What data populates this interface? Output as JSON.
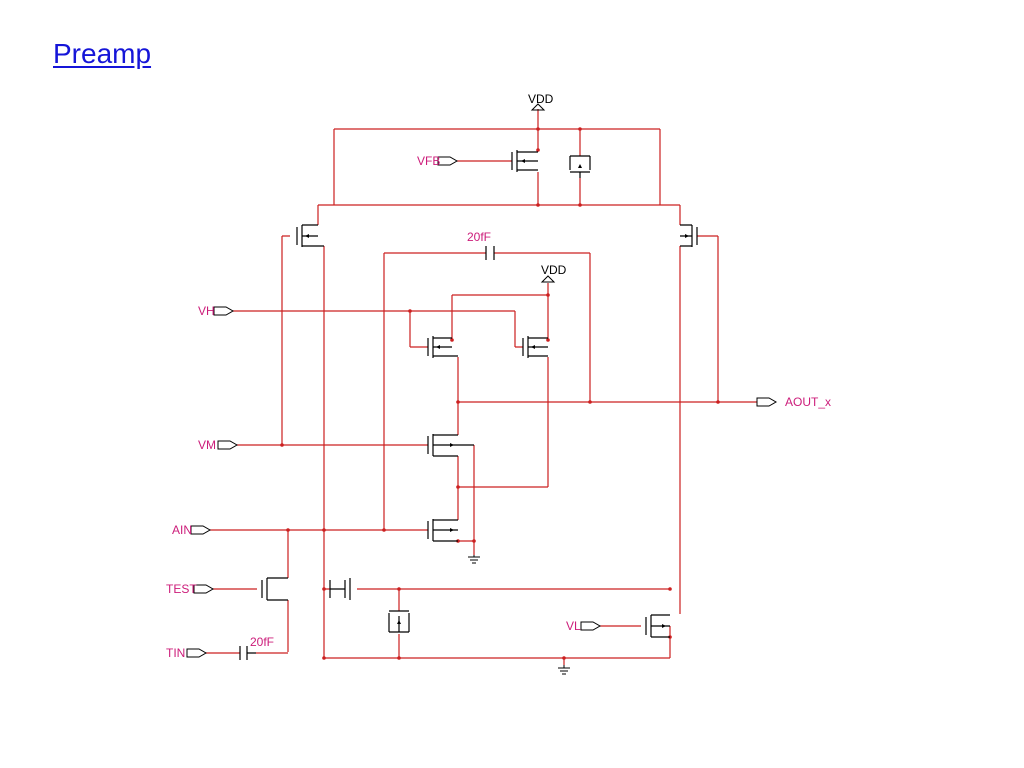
{
  "page": {
    "title": "Preamp"
  },
  "colors": {
    "wire": "#cc2020",
    "device": "#000000",
    "pin_label": "#cc1c7a",
    "title": "#1515d8"
  },
  "labels": {
    "vdd_top": "VDD",
    "vdd_mid": "VDD",
    "vfb": "VFB",
    "vh": "VH",
    "vm": "VM",
    "ain": "AIN",
    "test": "TEST",
    "tin": "TIN",
    "vl": "VL",
    "aout": "AOUT_x",
    "cap_feedback": "20fF",
    "cap_tin": "20fF"
  }
}
